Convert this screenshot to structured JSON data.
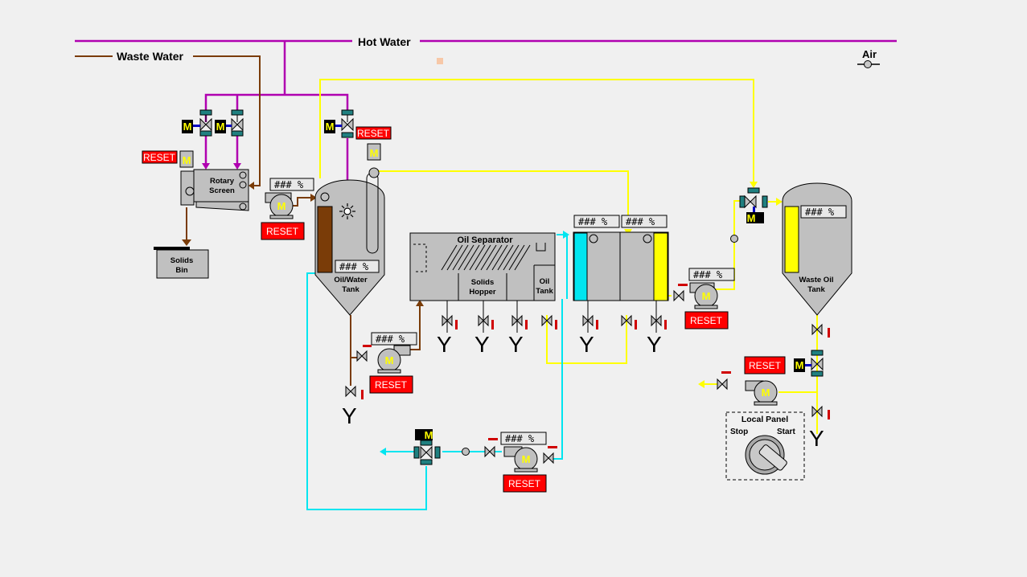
{
  "colors": {
    "hot_water": "#b000b0",
    "waste_water": "#7a3c08",
    "oil": "#ffff00",
    "clean_water": "#00e5f0",
    "reset_bg": "#ff0000",
    "motor_fill": "#ffff00"
  },
  "lines": {
    "hot_water": "Hot Water",
    "waste_water": "Waste Water",
    "air": "Air"
  },
  "equipment": {
    "rotary_screen": [
      "Rotary",
      "Screen"
    ],
    "solids_bin": [
      "Solids",
      "Bin"
    ],
    "oil_water_tank": [
      "Oil/Water",
      "Tank"
    ],
    "oil_separator": "Oil Separator",
    "solids_hopper": [
      "Solids",
      "Hopper"
    ],
    "oil_tank": [
      "Oil",
      "Tank"
    ],
    "waste_oil_tank": [
      "Waste Oil",
      "Tank"
    ]
  },
  "local_panel": {
    "title": "Local Panel",
    "stop": "Stop",
    "start": "Start"
  },
  "level_readout": "### %",
  "reset_label": "RESET",
  "motor_label": "M",
  "drain_symbol": "Y",
  "icons": [
    "motor-icon",
    "valve-icon",
    "pump-icon",
    "agitator-icon",
    "selector-switch-icon",
    "drain-icon"
  ]
}
